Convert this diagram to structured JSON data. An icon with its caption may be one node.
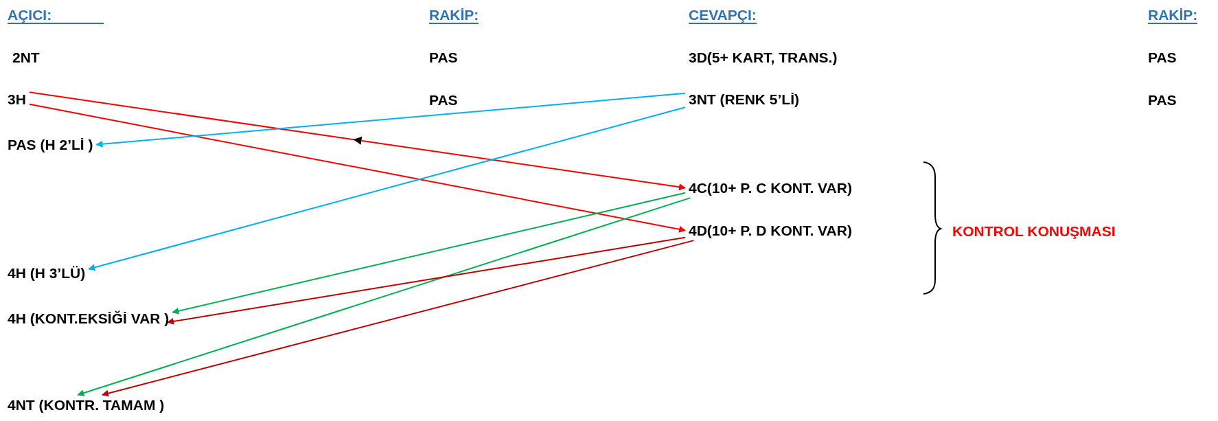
{
  "diagram": {
    "nodes": [
      {
        "text": [
          "3H"
        ]
      },
      {
        "text": [
          "3NT (RENK 5’Lİ)"
        ]
      },
      {
        "text": [
          "PAS (H 2’Lİ )"
        ]
      },
      {
        "text": [
          "4C(10+ P. C KONT. VAR)"
        ]
      },
      {
        "text": [
          "4D(10+ P. D KONT. VAR)"
        ]
      },
      {
        "text": [
          "4H (H 3’LÜ)"
        ]
      },
      {
        "text": [
          "4H (KONT.EKSİĞİ VAR )"
        ]
      },
      {
        "text": [
          "4NT (KONTR. TAMAM )"
        ]
      }
    ],
    "edges": [
      {
        "from": 0,
        "to": 3,
        "arrow": "to",
        "color": "#ff0000"
      },
      {
        "from": 0,
        "to": 4,
        "arrow": "to",
        "color": "#ff0000"
      },
      {
        "from": 1,
        "to": 2,
        "arrow": "to",
        "color": "#00b0f0"
      },
      {
        "from": 1,
        "to": 5,
        "arrow": "to",
        "color": "#00b0f0"
      },
      {
        "from": 3,
        "to": 6,
        "arrow": "to",
        "color": "#00b050"
      },
      {
        "from": 3,
        "to": 7,
        "arrow": "to",
        "color": "#00b050"
      },
      {
        "from": 4,
        "to": 6,
        "arrow": "to",
        "color": "#c00000"
      },
      {
        "from": 4,
        "to": 7,
        "arrow": "to",
        "color": "#c00000"
      }
    ],
    "labels": [
      "AÇICI:",
      "RAKİP:",
      "CEVAPÇI:",
      "RAKİP:",
      "2NT",
      "PAS",
      "3D(5+ KART, TRANS.)",
      "PAS",
      "PAS",
      "PAS",
      "KONTROL KONUŞMASI"
    ]
  }
}
